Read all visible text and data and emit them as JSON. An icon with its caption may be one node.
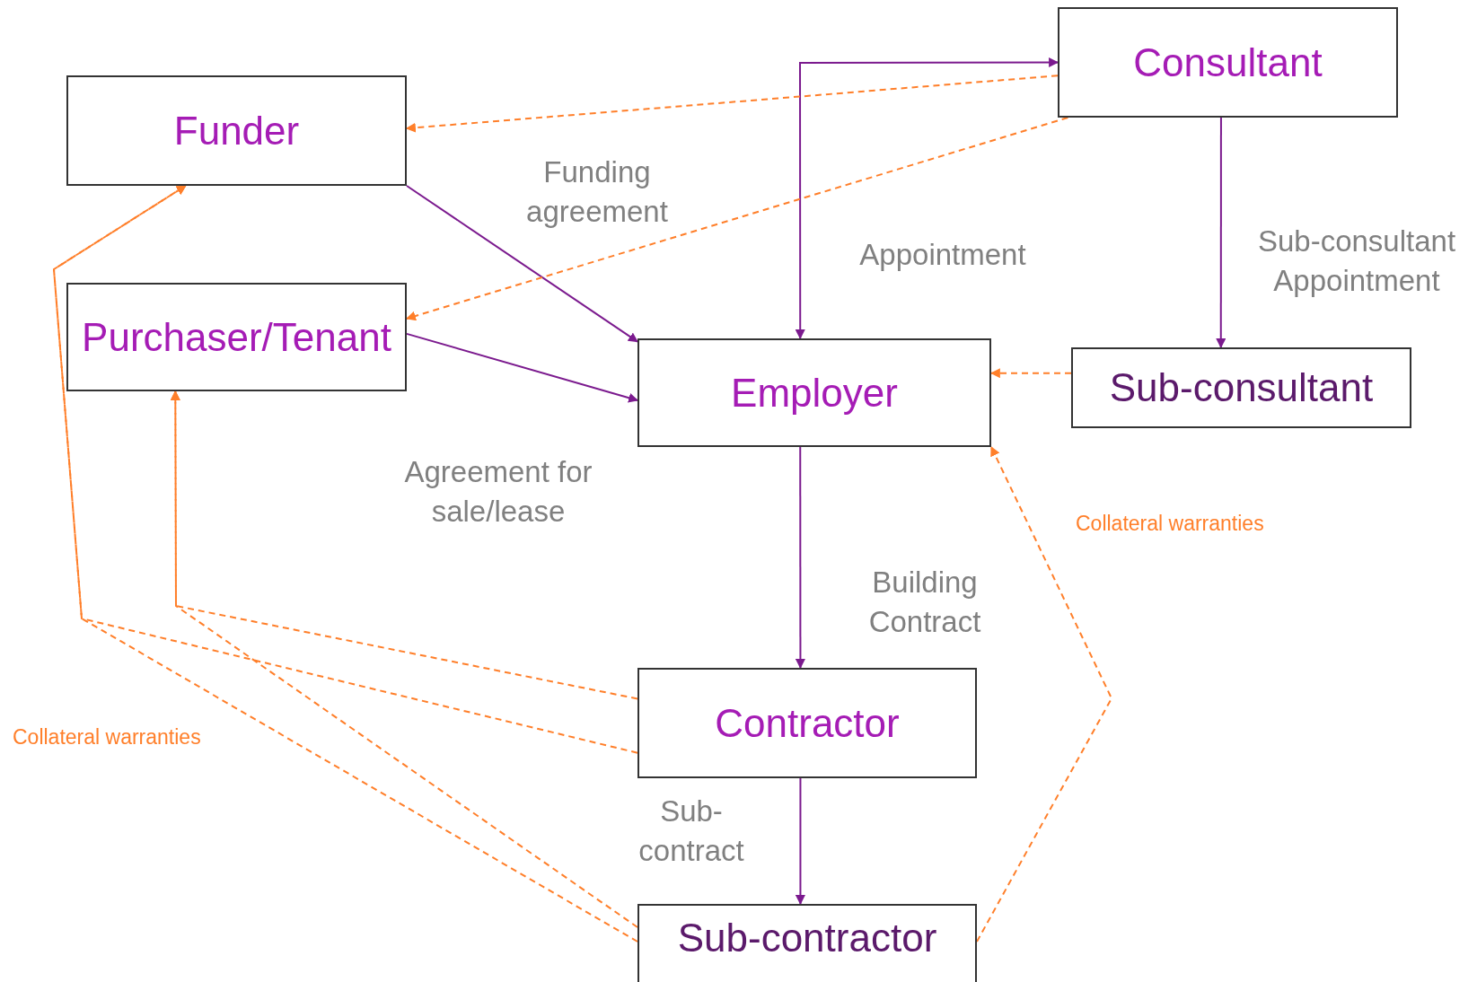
{
  "diagram": {
    "nodes": [
      {
        "text": [
          "Consultant"
        ]
      },
      {
        "text": [
          "Funder"
        ]
      },
      {
        "text": [
          "Purchaser/Tenant"
        ]
      },
      {
        "text": [
          "Employer"
        ]
      },
      {
        "text": [
          "Sub-consultant"
        ]
      },
      {
        "text": [
          "Contractor"
        ]
      },
      {
        "text": [
          "Sub-contractor"
        ]
      }
    ],
    "edges": [
      {
        "from": 0,
        "to": 3,
        "arrow": "both",
        "label": "Appointment",
        "color": "#7b1a8e"
      },
      {
        "from": 1,
        "to": 3,
        "arrow": "to",
        "label": "Funding agreement",
        "color": "#7b1a8e"
      },
      {
        "from": 2,
        "to": 3,
        "arrow": "to",
        "label": "Agreement for sale/lease",
        "color": "#7b1a8e"
      },
      {
        "from": 0,
        "to": 4,
        "arrow": "to",
        "label": "Sub-consultant Appointment",
        "color": "#7b1a8e"
      },
      {
        "from": 3,
        "to": 5,
        "arrow": "to",
        "label": "Building Contract",
        "color": "#7b1a8e"
      },
      {
        "from": 5,
        "to": 6,
        "arrow": "to",
        "label": "Sub-contract",
        "color": "#7b1a8e"
      },
      {
        "from": 0,
        "to": 1,
        "arrow": "to",
        "style": "dashed"
      },
      {
        "from": 0,
        "to": 2,
        "arrow": "to",
        "style": "dashed"
      },
      {
        "from": 4,
        "to": 3,
        "arrow": "to",
        "style": "dashed"
      },
      {
        "from": 6,
        "to": 3,
        "arrow": "to",
        "style": "dashed"
      },
      {
        "from": 5,
        "to": 1,
        "arrow": "to",
        "style": "dashed"
      },
      {
        "from": 6,
        "to": 1,
        "arrow": "to",
        "style": "dashed"
      },
      {
        "from": 5,
        "to": 2,
        "arrow": "to",
        "style": "dashed"
      },
      {
        "from": 6,
        "to": 2,
        "arrow": "to",
        "style": "dashed"
      }
    ],
    "labels": [
      "Collateral warranties",
      "Collateral warranties"
    ]
  }
}
